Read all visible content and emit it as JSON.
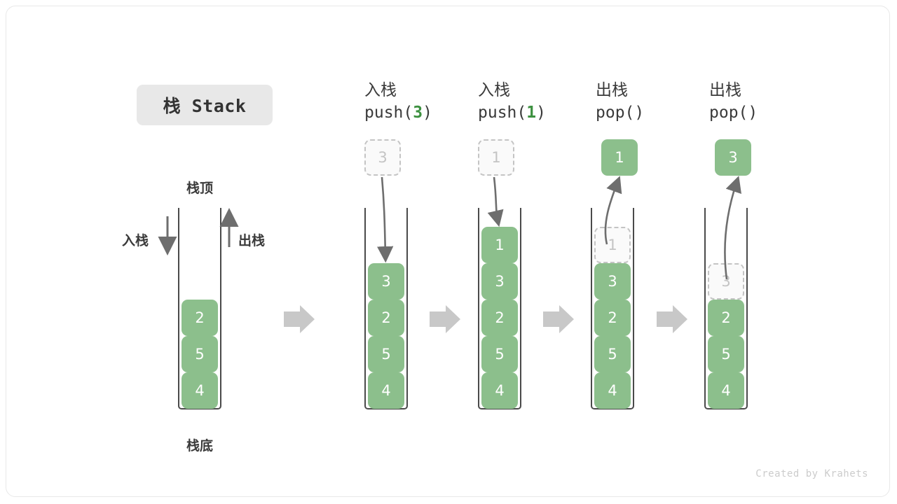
{
  "card": {
    "title_badge": "栈 Stack",
    "credit": "Created by Krahets"
  },
  "legend": {
    "top_label": "栈顶",
    "bottom_label": "栈底",
    "push_label": "入栈",
    "pop_label": "出栈"
  },
  "colors": {
    "cell_fill": "#8cbf8c",
    "cell_text": "#ffffff",
    "ghost_border": "#c4c4c4",
    "ghost_text": "#c4c4c4",
    "code_arg": "#3d9140",
    "arrow": "#6e6e6e",
    "step_arrow": "#c8c8c8",
    "badge_bg": "#e8e8e8",
    "outline": "#4a4a4a"
  },
  "columns": [
    {
      "id": "initial",
      "header_cn": "",
      "header_code_prefix": "",
      "header_code_arg": "",
      "header_code_suffix": "",
      "floating": null,
      "cells": [
        {
          "value": "2",
          "state": "filled"
        },
        {
          "value": "5",
          "state": "filled"
        },
        {
          "value": "4",
          "state": "filled"
        }
      ]
    },
    {
      "id": "push-3",
      "header_cn": "入栈",
      "header_code_prefix": "push(",
      "header_code_arg": "3",
      "header_code_suffix": ")",
      "floating": {
        "value": "3",
        "state": "ghost"
      },
      "cells": [
        {
          "value": "3",
          "state": "filled"
        },
        {
          "value": "2",
          "state": "filled"
        },
        {
          "value": "5",
          "state": "filled"
        },
        {
          "value": "4",
          "state": "filled"
        }
      ]
    },
    {
      "id": "push-1",
      "header_cn": "入栈",
      "header_code_prefix": "push(",
      "header_code_arg": "1",
      "header_code_suffix": ")",
      "floating": {
        "value": "1",
        "state": "ghost"
      },
      "cells": [
        {
          "value": "1",
          "state": "filled"
        },
        {
          "value": "3",
          "state": "filled"
        },
        {
          "value": "2",
          "state": "filled"
        },
        {
          "value": "5",
          "state": "filled"
        },
        {
          "value": "4",
          "state": "filled"
        }
      ]
    },
    {
      "id": "pop-1",
      "header_cn": "出栈",
      "header_code_prefix": "pop(",
      "header_code_arg": "",
      "header_code_suffix": ")",
      "floating": {
        "value": "1",
        "state": "filled"
      },
      "cells": [
        {
          "value": "1",
          "state": "ghost"
        },
        {
          "value": "3",
          "state": "filled"
        },
        {
          "value": "2",
          "state": "filled"
        },
        {
          "value": "5",
          "state": "filled"
        },
        {
          "value": "4",
          "state": "filled"
        }
      ]
    },
    {
      "id": "pop-3",
      "header_cn": "出栈",
      "header_code_prefix": "pop(",
      "header_code_arg": "",
      "header_code_suffix": ")",
      "floating": {
        "value": "3",
        "state": "filled"
      },
      "cells": [
        {
          "value": "3",
          "state": "ghost"
        },
        {
          "value": "2",
          "state": "filled"
        },
        {
          "value": "5",
          "state": "filled"
        },
        {
          "value": "4",
          "state": "filled"
        }
      ]
    }
  ]
}
